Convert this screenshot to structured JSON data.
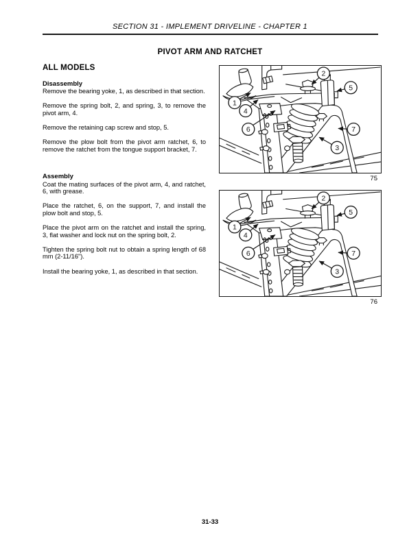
{
  "page": {
    "header": "SECTION 31 - IMPLEMENT DRIVELINE - CHAPTER 1",
    "title": "PIVOT ARM AND RATCHET",
    "models_heading": "ALL MODELS",
    "footer": "31-33"
  },
  "disassembly": {
    "heading": "Disassembly",
    "paragraphs": [
      "Remove the bearing yoke, 1, as described in that section.",
      "Remove the spring bolt, 2, and spring, 3, to remove the pivot arm, 4.",
      "Remove the retaining cap screw and stop, 5.",
      "Remove the plow bolt from the pivot arm ratchet, 6, to remove the ratchet from the tongue support bracket, 7."
    ]
  },
  "assembly": {
    "heading": "Assembly",
    "paragraphs": [
      "Coat the mating surfaces of the pivot arm, 4, and ratchet, 6, with grease.",
      "Place the ratchet, 6, on the support, 7, and install the plow bolt and stop, 5.",
      "Place the pivot arm on the ratchet and install the spring, 3, flat washer and lock nut on the spring bolt, 2.",
      "Tighten the spring bolt nut to obtain a spring length of 68 mm (2-11/16\").",
      "Install the bearing yoke, 1, as described in that section."
    ]
  },
  "figure_drawing": {
    "callouts": [
      "1",
      "2",
      "3",
      "4",
      "5",
      "6",
      "7"
    ]
  },
  "figures": [
    {
      "number": "75"
    },
    {
      "number": "76"
    }
  ],
  "colors": {
    "ink": "#141414",
    "paper": "#ffffff"
  }
}
